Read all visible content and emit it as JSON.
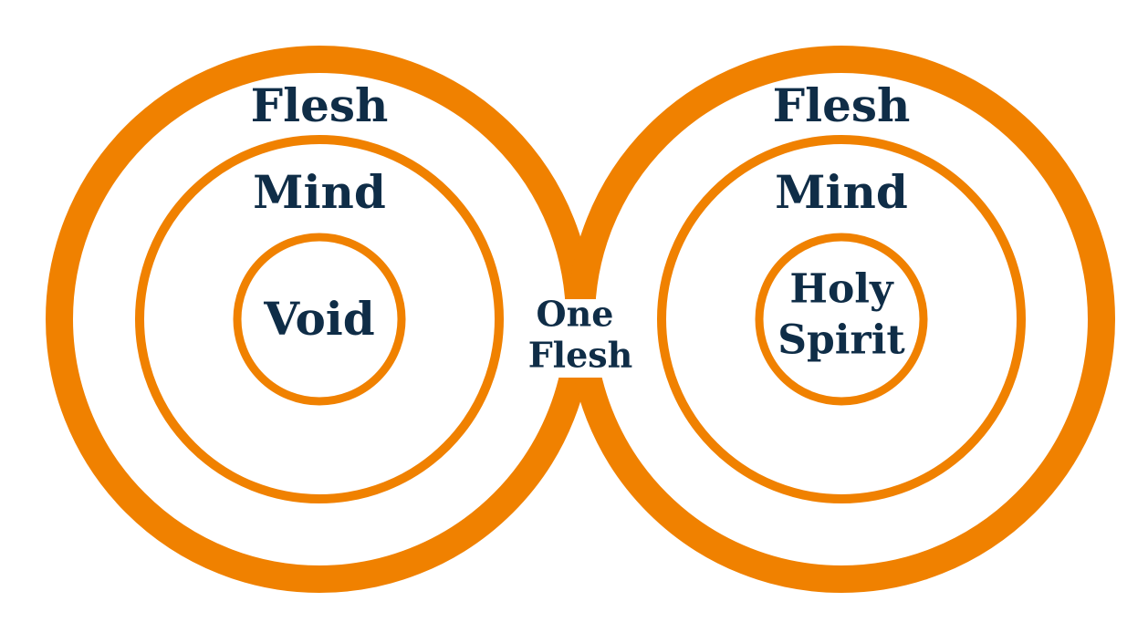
{
  "colors": {
    "ring": "#F08100",
    "text": "#0F2D47",
    "background": "#FFFFFF"
  },
  "left_circle": {
    "outer_label": "Flesh",
    "middle_label": "Mind",
    "inner_label": "Void"
  },
  "right_circle": {
    "outer_label": "Flesh",
    "middle_label": "Mind",
    "inner_label_line1": "Holy",
    "inner_label_line2": "Spirit"
  },
  "center": {
    "label_line1": "One",
    "label_line2": "Flesh"
  }
}
